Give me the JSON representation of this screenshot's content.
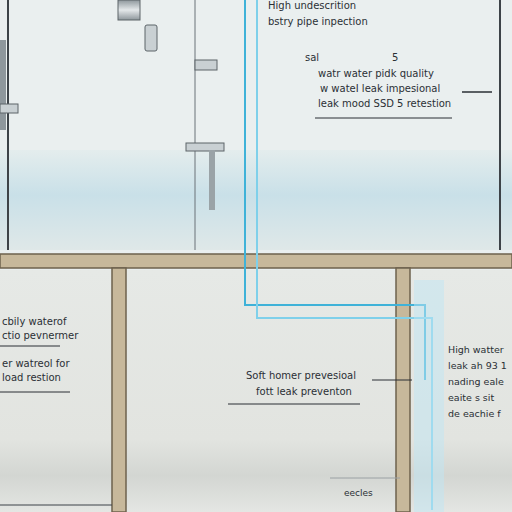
{
  "diagram": {
    "labels": [
      "High undescrition",
      "bstry pipe inpection",
      "sal",
      "5",
      "watr water pidk quality",
      "w wateI leak impesional",
      "leak mood SSD 5 retestion",
      "cbily waterof",
      "ctio pevnermer",
      "er watreol for",
      "load restion",
      "Soft homer prevesioal",
      "fott leak preventon",
      "High watter",
      "leak ah 93 1",
      "nading eale",
      "eaite s sit",
      "de eachie f",
      "eecles"
    ]
  }
}
